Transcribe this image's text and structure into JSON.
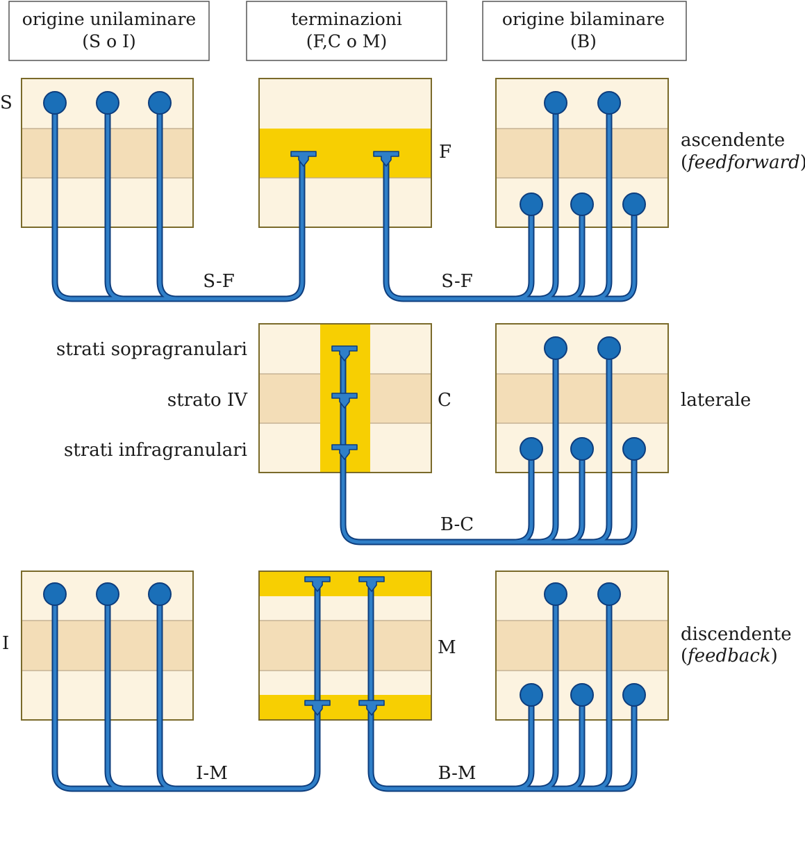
{
  "headers": {
    "origin_uni_line1": "origine unilaminare",
    "origin_uni_line2": "(S o I)",
    "terminations_line1": "terminazioni",
    "terminations_line2": "(F,C o M)",
    "origin_bi_line1": "origine bilaminare",
    "origin_bi_line2": "(B)"
  },
  "rows": {
    "ascending": {
      "source_letter": "S",
      "target_letter": "F",
      "path_left": "S-F",
      "path_right": "S-F",
      "label_line1": "ascendente",
      "label_paren_open": "(",
      "label_italic": "feedforward",
      "label_paren_close": ")"
    },
    "lateral": {
      "target_letter": "C",
      "path": "B-C",
      "label": "laterale",
      "layer_supra": "strati sopragranulari",
      "layer_iv": "strato IV",
      "layer_infra": "strati infragranulari"
    },
    "descending": {
      "source_letter": "I",
      "target_letter": "M",
      "path_left": "I-M",
      "path_right": "B-M",
      "label_line1": "discendente",
      "label_paren_open": "(",
      "label_italic": "feedback",
      "label_paren_close": ")"
    }
  },
  "colors": {
    "layer_light": "#fcf3e0",
    "layer_mid": "#f3ddb7",
    "termination_yellow": "#f7cf02",
    "axon_blue": "#1a6fb8",
    "axon_outline": "#0d3d7d"
  }
}
